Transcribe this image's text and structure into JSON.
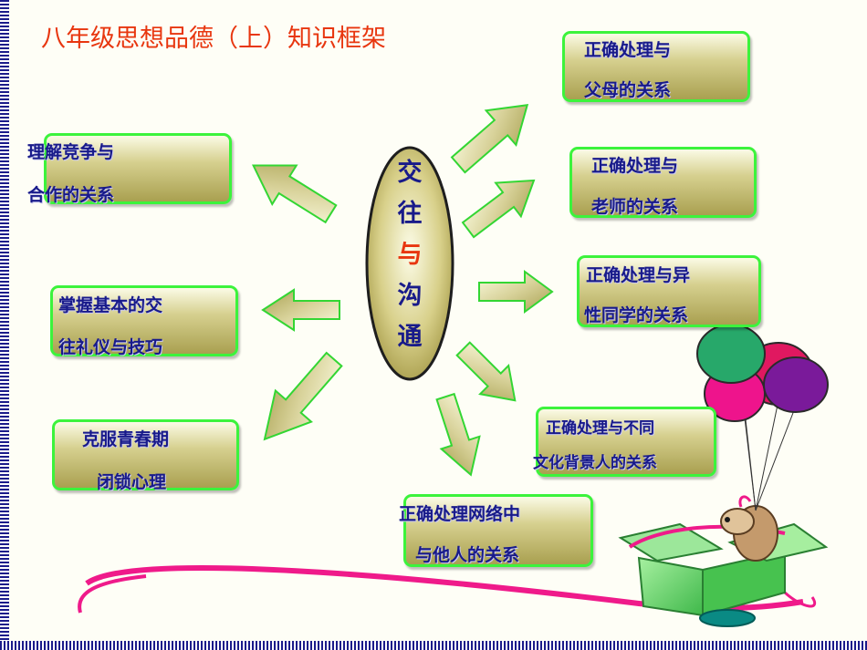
{
  "title": "八年级思想品德（上）知识框架",
  "center": {
    "chars": [
      "交",
      "往",
      "与",
      "沟",
      "通"
    ]
  },
  "topics": {
    "parents": [
      "正确处理与",
      "父母的关系"
    ],
    "teachers": [
      "正确处理与",
      "老师的关系"
    ],
    "opposite_sex": [
      "正确处理与异",
      "性同学的关系"
    ],
    "cultures": [
      "正确处理与不同",
      "文化背景人的关系"
    ],
    "online": [
      "正确处理网络中",
      "与他人的关系"
    ],
    "competition": [
      "理解竞争与",
      "合作的关系"
    ],
    "etiquette": [
      "掌握基本的交",
      "往礼仪与技巧"
    ],
    "adolescence": [
      "克服青春期",
      "闭锁心理"
    ]
  },
  "colors": {
    "title": "#e8360f",
    "label": "#181a8a",
    "border": "#3cf33c",
    "center_accent": "#e8360f"
  }
}
